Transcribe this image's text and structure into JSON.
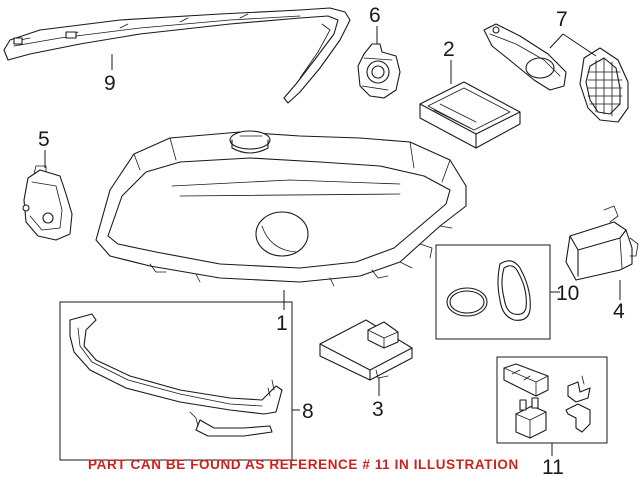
{
  "callouts": {
    "c1": "1",
    "c2": "2",
    "c3": "3",
    "c4": "4",
    "c5": "5",
    "c6": "6",
    "c7": "7",
    "c8": "8",
    "c9": "9",
    "c10": "10",
    "c11": "11"
  },
  "notice": "PART CAN BE FOUND AS REFERENCE # 11 IN ILLUSTRATION",
  "colors": {
    "line": "#1a1a1a",
    "notice": "#d01f1f",
    "background": "#ffffff"
  }
}
